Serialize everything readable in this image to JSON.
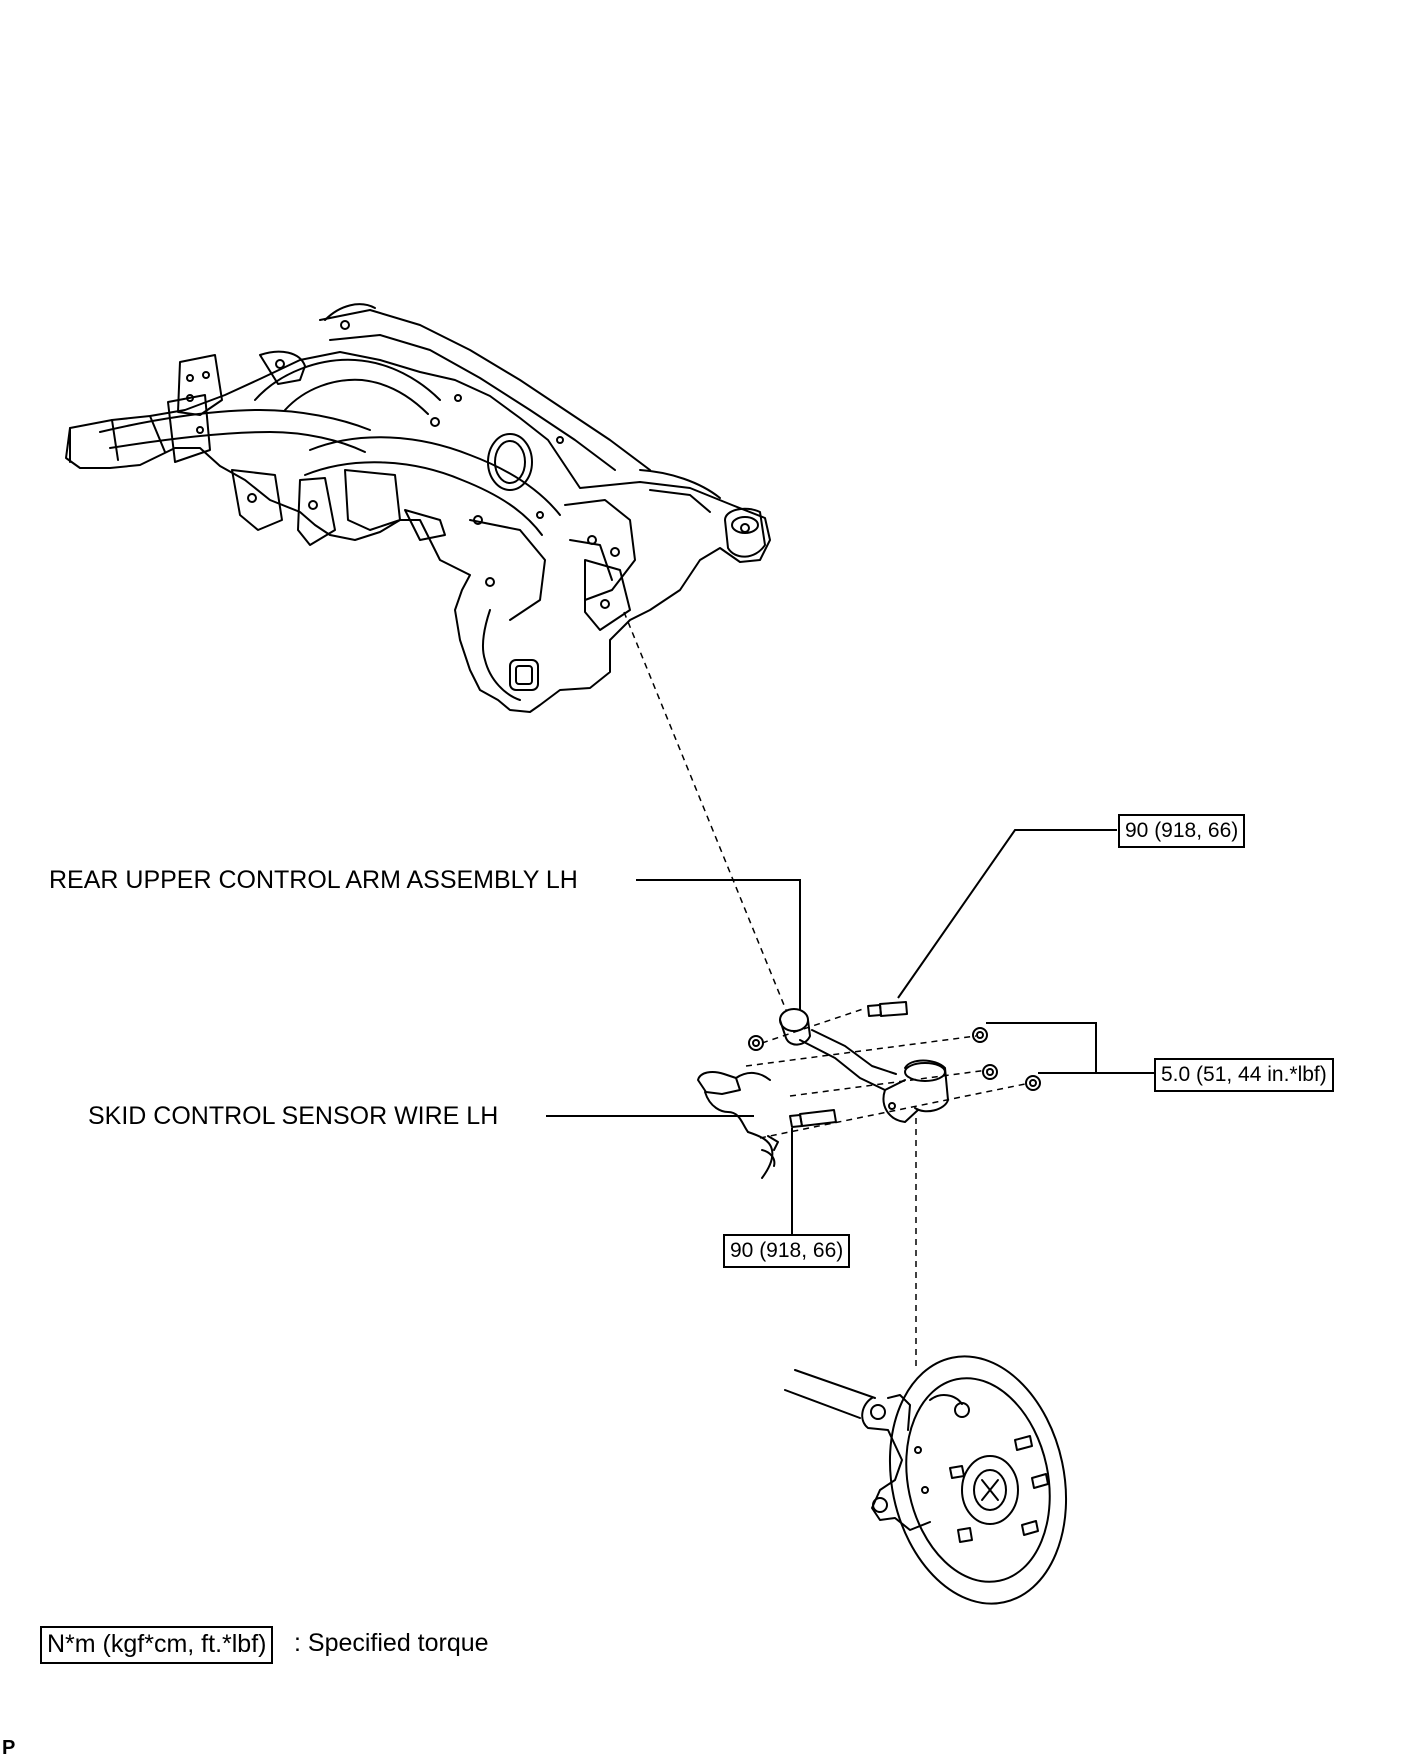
{
  "labels": {
    "upper_arm": "REAR UPPER CONTROL ARM ASSEMBLY LH",
    "sensor_wire": "SKID CONTROL SENSOR WIRE LH"
  },
  "torques": {
    "top_bolt": "90 (918, 66)",
    "nuts": "5.0 (51, 44 in.*lbf)",
    "bottom_bolt": "90 (918, 66)"
  },
  "legend": {
    "unit": "N*m (kgf*cm, ft.*lbf)",
    "description": ": Specified torque"
  },
  "corner_mark": "P"
}
